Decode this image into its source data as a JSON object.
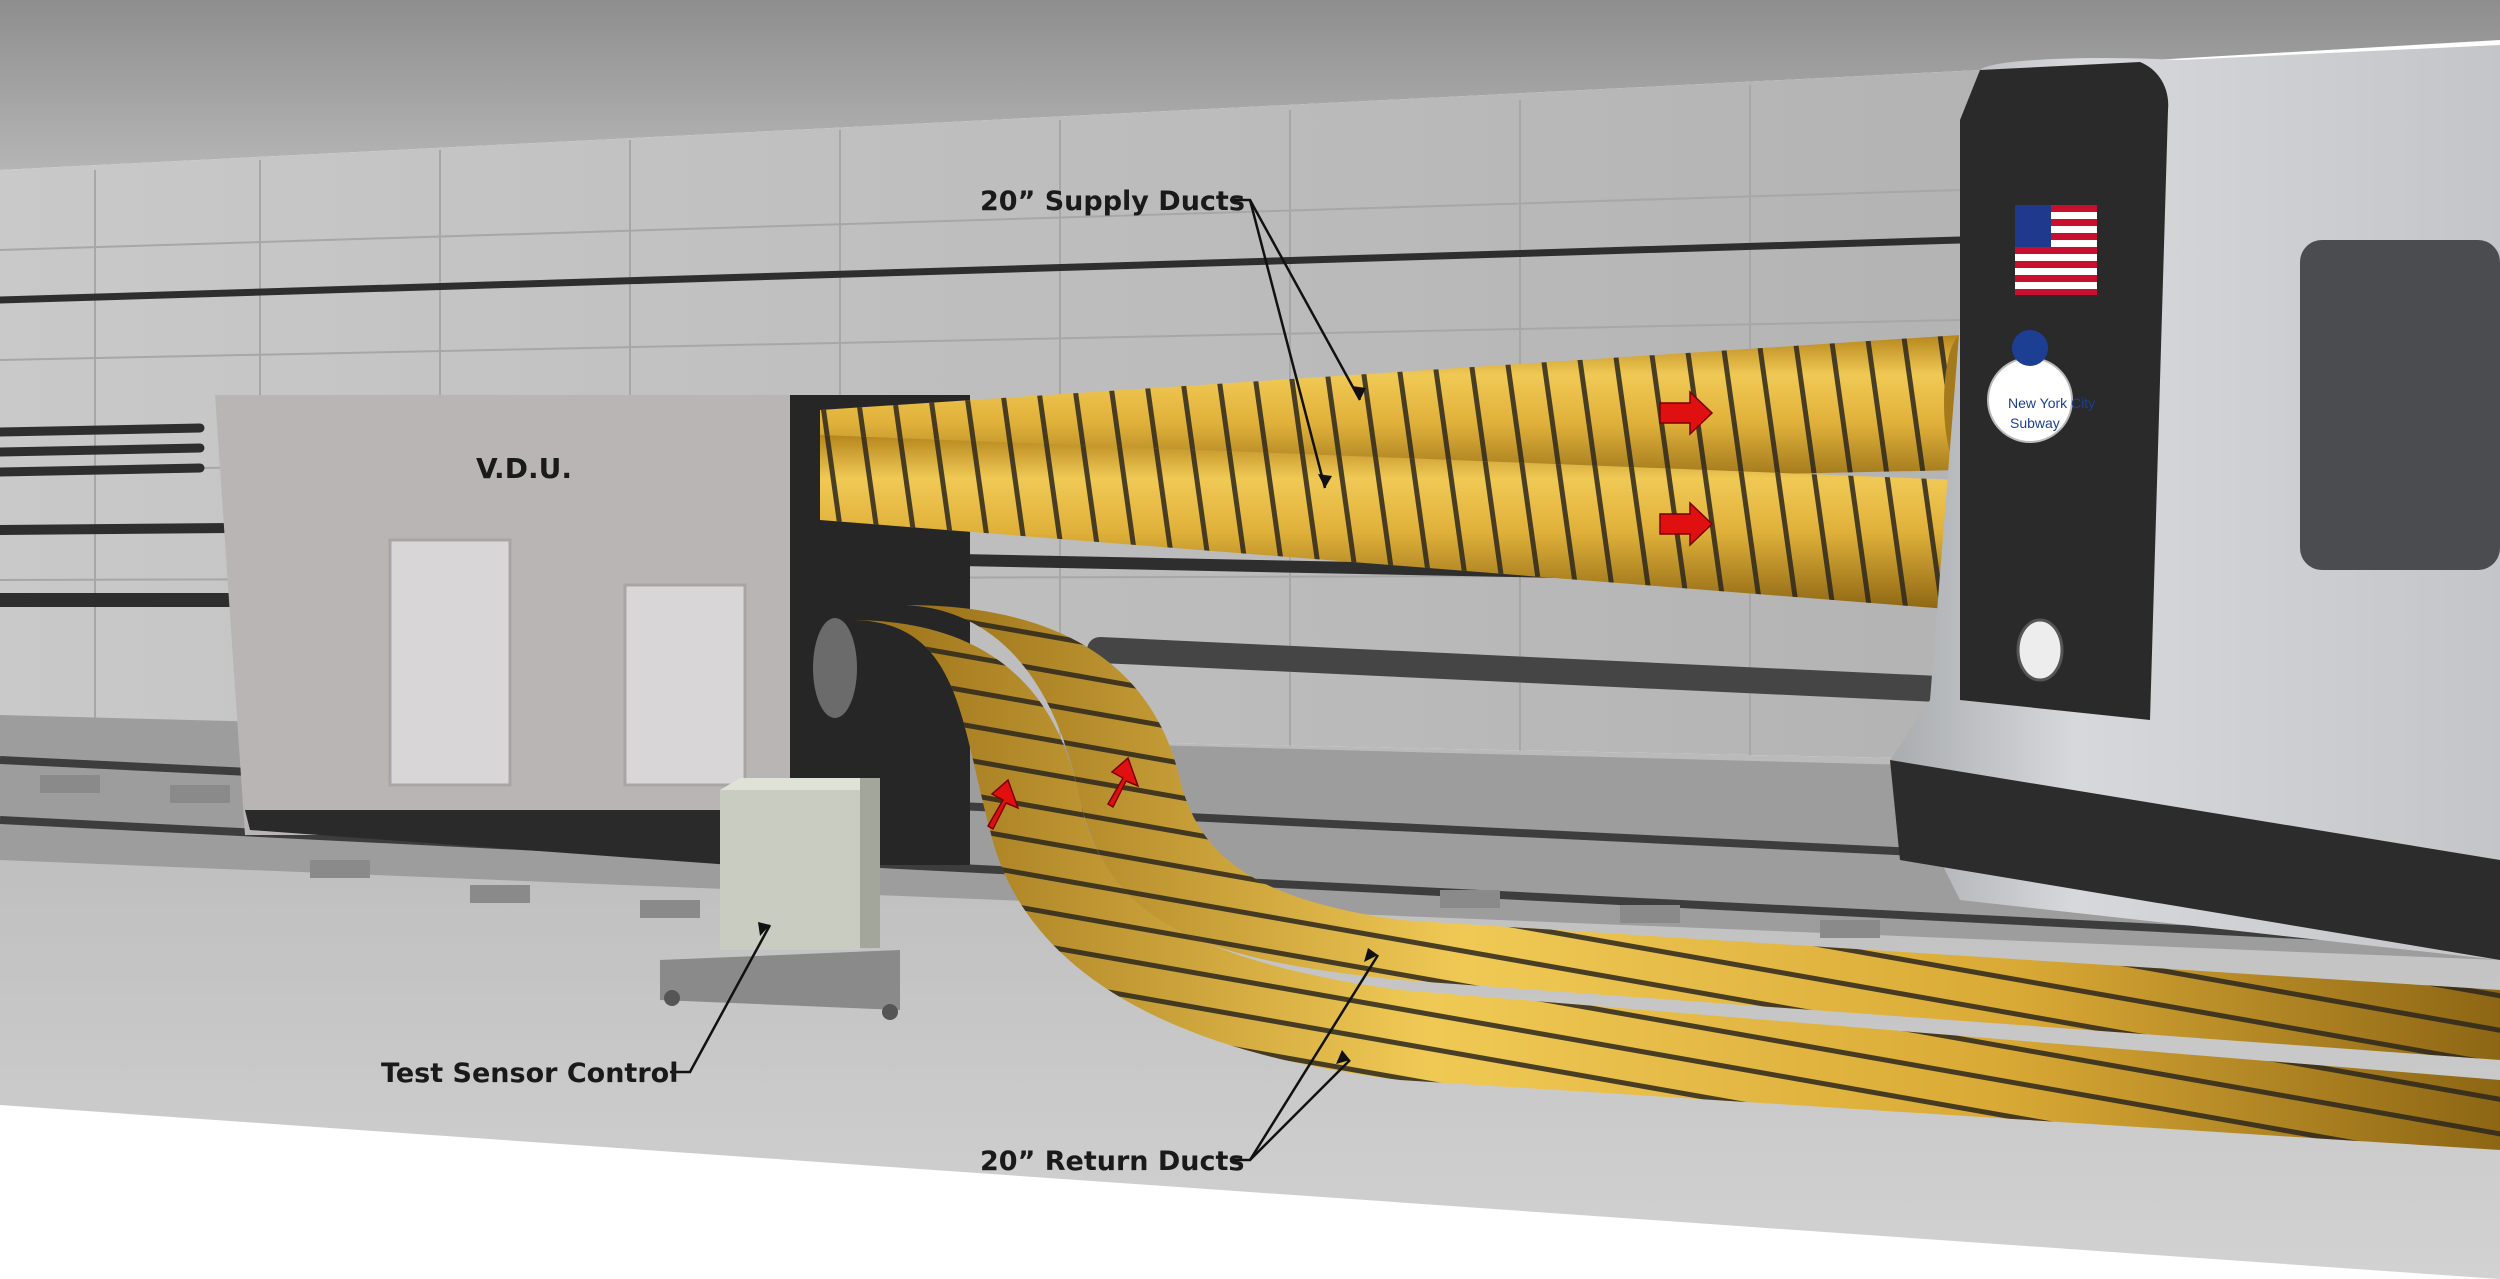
{
  "labels": {
    "vdu": "V.D.U.",
    "supply_ducts": "20” Supply Ducts",
    "return_ducts": "20” Return Ducts",
    "test_sensor_control": "Test Sensor Control"
  },
  "train_logo": {
    "line1": "New York City",
    "line2": "Subway"
  },
  "colors": {
    "duct_yellow": "#e3b53a",
    "duct_rib": "#2e2a1e",
    "flow_arrow": "#e01010",
    "tunnel_wall": "#bdbdbd",
    "floor": "#c4c4c4",
    "vdu_panel": "#b8b4b4",
    "train_body": "#c9cbce"
  },
  "icons": [
    "flow-arrow-icon",
    "american-flag-icon",
    "mta-logo-icon"
  ]
}
